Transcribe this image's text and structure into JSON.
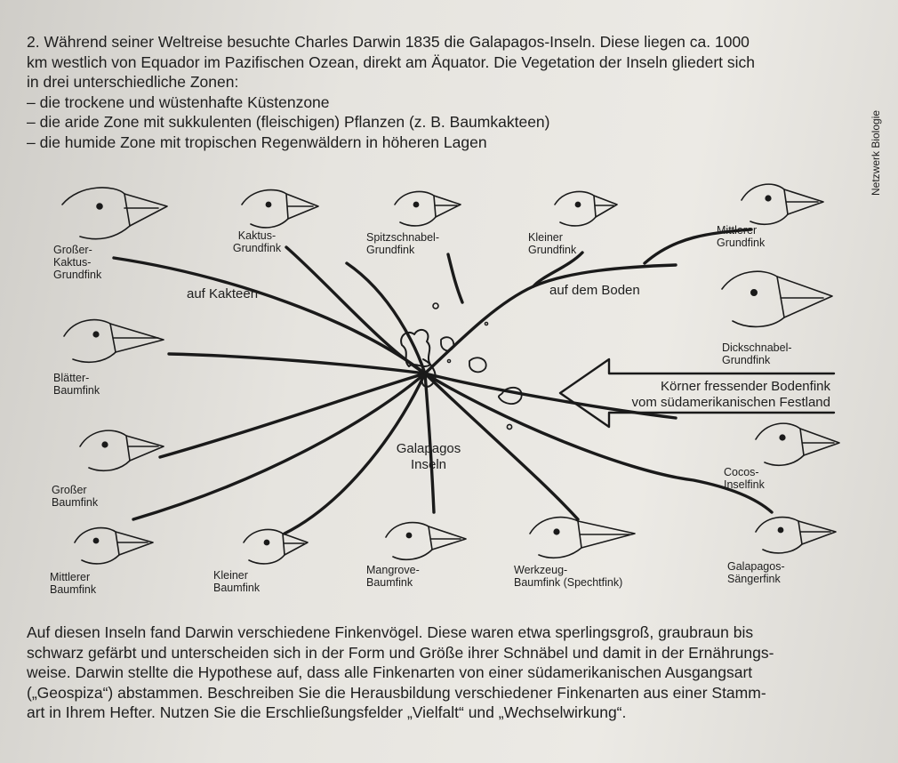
{
  "intro": {
    "lines": [
      "2. Während seiner Weltreise besuchte Charles Darwin 1835 die Galapagos-Inseln. Diese liegen ca. 1000",
      "km westlich von Equador im Pazifischen Ozean, direkt am Äquator. Die Vegetation der Inseln gliedert sich",
      "in drei unterschiedliche Zonen:",
      "– die trockene und wüstenhafte Küstenzone",
      "– die aride Zone mit sukkulenten (fleischigen) Pflanzen (z. B. Baumkakteen)",
      "– die humide Zone mit tropischen Regenwäldern in höheren Lagen"
    ]
  },
  "side_label": "Netzwerk Biologie",
  "diagram": {
    "center_label_1": "Galapagos",
    "center_label_2": "Inseln",
    "zone_cactus": "auf Kakteen",
    "zone_ground": "auf dem Boden",
    "arrow_line_1": "Körner fressender Bodenfink",
    "arrow_line_2": "vom südamerikanischen Festland",
    "finches": [
      {
        "l1": "Großer-",
        "l2": "Kaktus-",
        "l3": "Grundfink"
      },
      {
        "l1": "Kaktus-",
        "l2": "Grundfink"
      },
      {
        "l1": "Spitzschnabel-",
        "l2": "Grundfink"
      },
      {
        "l1": "Kleiner",
        "l2": "Grundfink"
      },
      {
        "l1": "Mittlerer",
        "l2": "Grundfink"
      },
      {
        "l1": "Dickschnabel-",
        "l2": "Grundfink"
      },
      {
        "l1": "Blätter-",
        "l2": "Baumfink"
      },
      {
        "l1": "Großer",
        "l2": "Baumfink"
      },
      {
        "l1": "Cocos-",
        "l2": "Inselfink"
      },
      {
        "l1": "Mittlerer",
        "l2": "Baumfink"
      },
      {
        "l1": "Kleiner",
        "l2": "Baumfink"
      },
      {
        "l1": "Mangrove-",
        "l2": "Baumfink"
      },
      {
        "l1": "Werkzeug-",
        "l2": "Baumfink   (Spechtfink)"
      },
      {
        "l1": "Galapagos-",
        "l2": "Sängerfink"
      }
    ]
  },
  "outro": {
    "lines": [
      "Auf diesen Inseln fand Darwin verschiedene Finkenvögel. Diese waren etwa sperlingsgroß, graubraun bis",
      "schwarz gefärbt und unterscheiden sich in der Form und Größe ihrer Schnäbel und damit in der Ernährungs-",
      "weise. Darwin stellte die Hypothese auf, dass alle Finkenarten von einer südamerikanischen Ausgangsart",
      "(„Geospiza“) abstammen. Beschreiben Sie die Herausbildung verschiedener Finkenarten aus einer Stamm-",
      "art in Ihrem Hefter. Nutzen Sie die Erschließungsfelder „Vielfalt“ und „Wechselwirkung“."
    ]
  }
}
